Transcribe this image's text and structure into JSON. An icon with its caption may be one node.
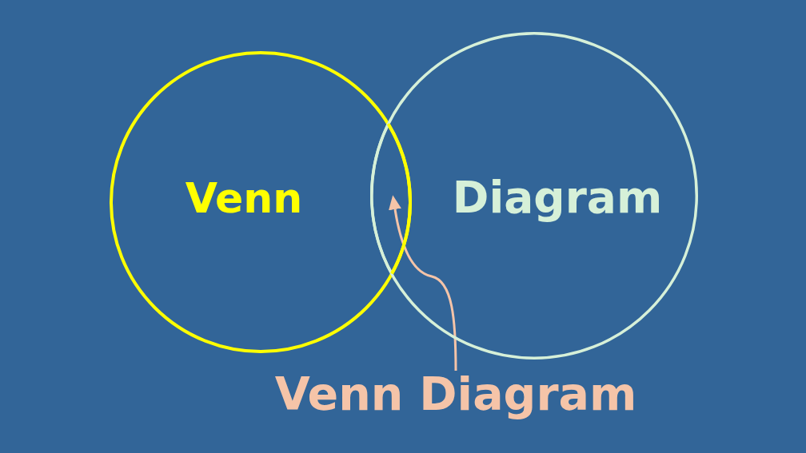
{
  "diagram": {
    "nodes": [
      {
        "text": [
          "Venn"
        ]
      },
      {
        "text": [
          "Diagram"
        ]
      },
      {
        "text": [],
        "shape": "lens"
      },
      {
        "text": [
          "Venn Diagram"
        ]
      }
    ],
    "edges": [
      {
        "from": 3,
        "to": 2,
        "arrow": "to"
      }
    ]
  }
}
